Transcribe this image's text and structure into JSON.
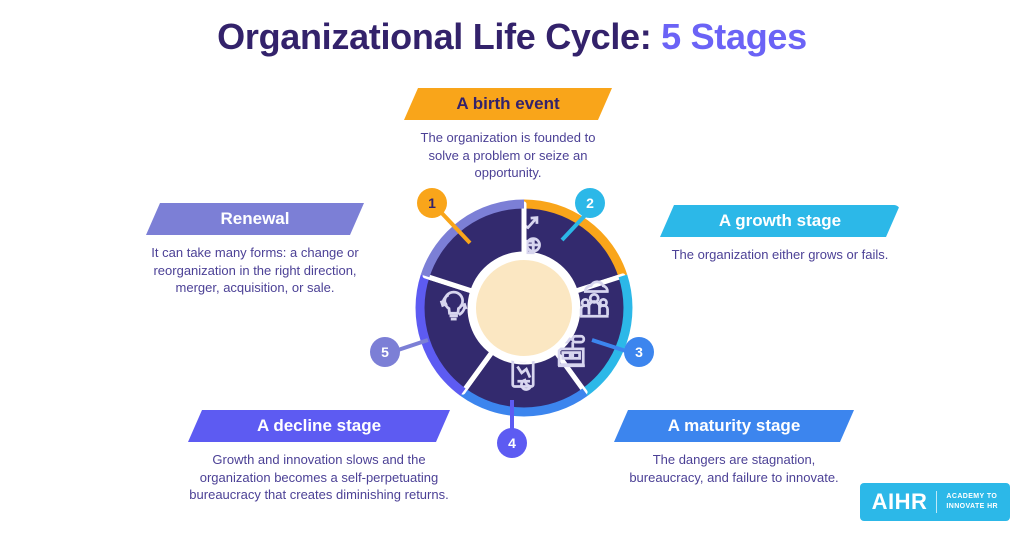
{
  "title": {
    "main": "Organizational Life Cycle: ",
    "accent": "5 Stages"
  },
  "colors": {
    "title_dark": "#33226b",
    "title_accent": "#6b63f6",
    "stage1": "#f9a51a",
    "stage2": "#2cb8e8",
    "stage3": "#3c85ee",
    "stage4": "#5d5bf2",
    "stage5": "#7c7fd6",
    "segment_body": "#332a6e",
    "hub": "#fbe7c2",
    "body_text": "#4c4196"
  },
  "stages": [
    {
      "number": "1",
      "label": "A birth event",
      "description": "The organization is founded to solve a problem or seize an opportunity.",
      "color": "#f9a51a",
      "icon": "growth-chart-icon"
    },
    {
      "number": "2",
      "label": "A growth stage",
      "description": "The organization either grows or fails.",
      "color": "#2cb8e8",
      "icon": "team-group-icon"
    },
    {
      "number": "3",
      "label": "A maturity stage",
      "description": "The dangers are stagnation, bureaucracy, and failure to innovate.",
      "color": "#3c85ee",
      "icon": "factory-machine-icon"
    },
    {
      "number": "4",
      "label": "A decline stage",
      "description": "Growth and innovation slows and the organization becomes a self-perpetuating bureaucracy that creates diminishing returns.",
      "color": "#5d5bf2",
      "icon": "declining-report-icon"
    },
    {
      "number": "5",
      "label": "Renewal",
      "description": "It can take many forms: a change or reorganization in the right direction, merger, acquisition, or sale.",
      "color": "#7c7fd6",
      "icon": "lightbulb-refresh-icon"
    }
  ],
  "logo": {
    "mark": "AIHR",
    "tagline_line1": "ACADEMY TO",
    "tagline_line2": "INNOVATE HR"
  }
}
